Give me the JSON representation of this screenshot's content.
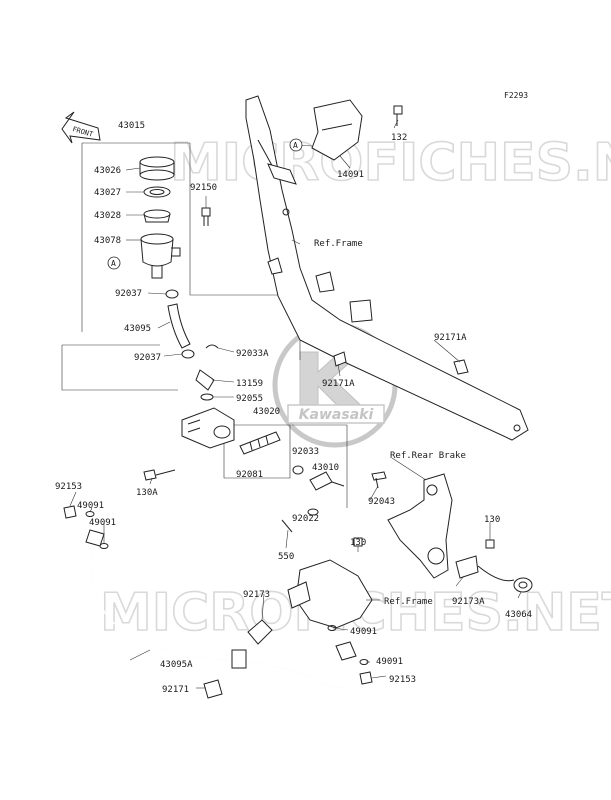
{
  "diagram": {
    "code": "F2293",
    "front_label": "FRONT",
    "watermark": "MICROFICHES.NET",
    "logo_text": "Kawasaki",
    "references": {
      "ref_frame_top": "Ref.Frame",
      "ref_rear_brake": "Ref.Rear Brake",
      "ref_frame_bottom": "Ref.Frame"
    },
    "callouts": {
      "a_top": "A",
      "a_left": "A"
    },
    "parts": {
      "p43015": "43015",
      "p43026": "43026",
      "p43027": "43027",
      "p43028": "43028",
      "p92150": "92150",
      "p43078": "43078",
      "p92037_a": "92037",
      "p43095": "43095",
      "p92037_b": "92037",
      "p92033a": "92033A",
      "p13159": "13159",
      "p92055": "92055",
      "p43020": "43020",
      "p92033": "92033",
      "p43010": "43010",
      "p92081": "92081",
      "p130a": "130A",
      "p92043": "92043",
      "p92022": "92022",
      "p550": "550",
      "p130_mid": "130",
      "p130_right": "130",
      "p92173a": "92173A",
      "p43064": "43064",
      "p92153_a": "92153",
      "p49091_a": "49091",
      "p49091_b": "49091",
      "p92173": "92173",
      "p49091_c": "49091",
      "p49091_d": "49091",
      "p92153_b": "92153",
      "p43095a": "43095A",
      "p92171": "92171",
      "p132": "132",
      "p14091": "14091",
      "p92171a_a": "92171A",
      "p92171a_b": "92171A"
    }
  }
}
